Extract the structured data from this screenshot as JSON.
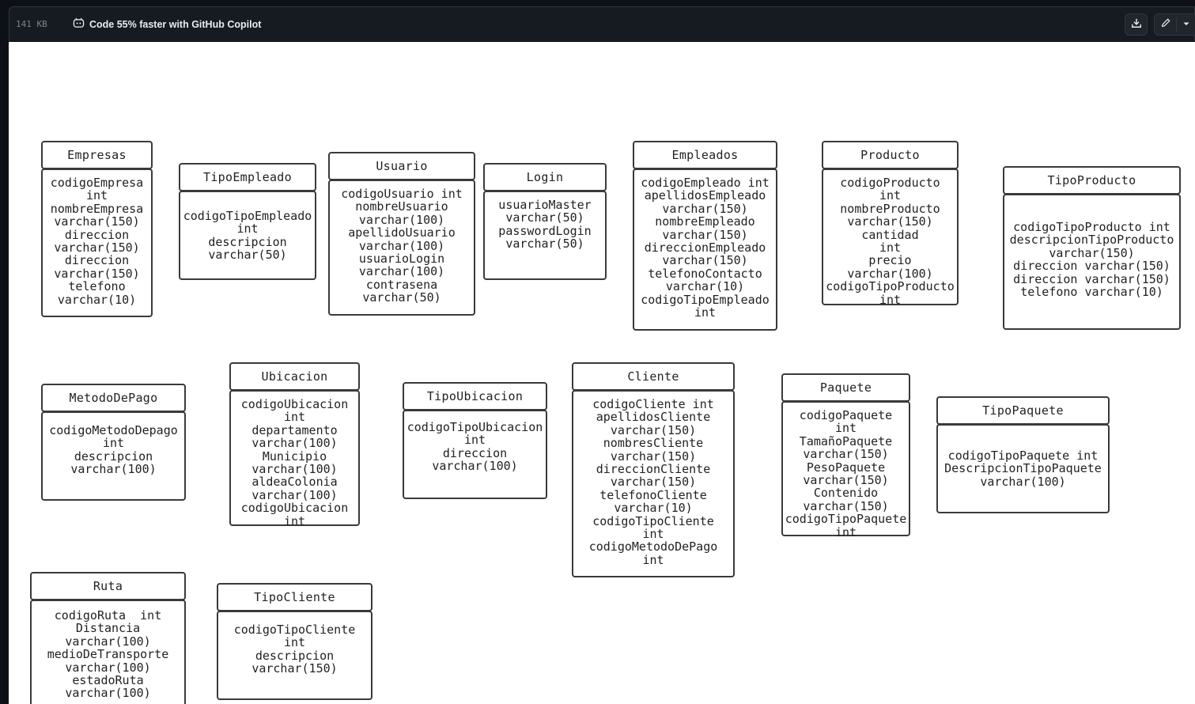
{
  "toolbar": {
    "file_size": "141 KB",
    "copilot_text": "Code 55% faster with GitHub Copilot",
    "icons": [
      "copilot-icon",
      "download-icon",
      "pencil-icon",
      "caret-down-icon"
    ]
  },
  "entities": [
    {
      "key": "empresas",
      "title": "Empresas",
      "lines": [
        "codigoEmpresa",
        "int",
        "nombreEmpresa",
        "varchar(150)",
        "direccion",
        "varchar(150)",
        "direccion",
        "varchar(150)",
        "telefono",
        "varchar(10)"
      ]
    },
    {
      "key": "tipoempleado",
      "title": "TipoEmpleado",
      "lines": [
        "codigoTipoEmpleado",
        "int",
        "descripcion",
        "varchar(50)"
      ]
    },
    {
      "key": "usuario",
      "title": "Usuario",
      "lines": [
        "codigoUsuario int",
        "nombreUsuario",
        "varchar(100)",
        "apellidoUsuario",
        "varchar(100)",
        "usuarioLogin",
        "varchar(100)",
        "contrasena",
        "varchar(50)"
      ]
    },
    {
      "key": "login",
      "title": "Login",
      "lines": [
        "usuarioMaster",
        "varchar(50)",
        "passwordLogin",
        "varchar(50)"
      ]
    },
    {
      "key": "empleados",
      "title": "Empleados",
      "lines": [
        "codigoEmpleado int",
        "apellidosEmpleado",
        "varchar(150)",
        "nombreEmpleado",
        "varchar(150)",
        "direccionEmpleado",
        "varchar(150)",
        "telefonoContacto",
        "varchar(10)",
        "codigoTipoEmpleado",
        "int"
      ]
    },
    {
      "key": "producto",
      "title": "Producto",
      "lines": [
        "codigoProducto",
        "int",
        "nombreProducto",
        "varchar(150)",
        "cantidad",
        "int",
        "precio",
        "varchar(100)",
        "codigoTipoProducto",
        "int"
      ]
    },
    {
      "key": "tipoproducto",
      "title": "TipoProducto",
      "lines": [
        "codigoTipoProducto int",
        "descripcionTipoProducto",
        "varchar(150)",
        "direccion varchar(150)",
        "direccion varchar(150)",
        "telefono varchar(10)"
      ]
    },
    {
      "key": "metododepago",
      "title": "MetodoDePago",
      "lines": [
        "codigoMetodoDepago",
        "int",
        "descripcion",
        "varchar(100)"
      ]
    },
    {
      "key": "ubicacion",
      "title": "Ubicacion",
      "lines": [
        "codigoUbicacion",
        "int",
        "departamento",
        "varchar(100)",
        "Municipio",
        "varchar(100)",
        "aldeaColonia",
        "varchar(100)",
        "codigoUbicacion",
        "int"
      ]
    },
    {
      "key": "tipoubicacion",
      "title": "TipoUbicacion",
      "lines": [
        "codigoTipoUbicacion",
        "int",
        "direccion",
        "varchar(100)"
      ]
    },
    {
      "key": "cliente",
      "title": "Cliente",
      "lines": [
        "codigoCliente int",
        "apellidosCliente",
        "varchar(150)",
        "nombresCliente",
        "varchar(150)",
        "direccionCliente",
        "varchar(150)",
        "telefonoCliente",
        "varchar(10)",
        "codigoTipoCliente",
        "int",
        "codigoMetodoDePago",
        "int"
      ]
    },
    {
      "key": "paquete",
      "title": "Paquete",
      "lines": [
        "codigoPaquete",
        "int",
        "TamañoPaquete",
        "varchar(150)",
        "PesoPaquete",
        "varchar(150)",
        "Contenido",
        "varchar(150)",
        "codigoTipoPaquete",
        "int"
      ]
    },
    {
      "key": "tipopaquete",
      "title": "TipoPaquete",
      "lines": [
        "codigoTipoPaquete int",
        "DescripcionTipoPaquete",
        "varchar(100)"
      ]
    },
    {
      "key": "ruta",
      "title": "Ruta",
      "lines": [
        "codigoRuta  int",
        "Distancia",
        "varchar(100)",
        "medioDeTransporte",
        "varchar(100)",
        "estadoRuta",
        "varchar(100)"
      ]
    },
    {
      "key": "tipocliente",
      "title": "TipoCliente",
      "lines": [
        "codigoTipoCliente",
        "int",
        "descripcion",
        "varchar(150)"
      ]
    }
  ]
}
